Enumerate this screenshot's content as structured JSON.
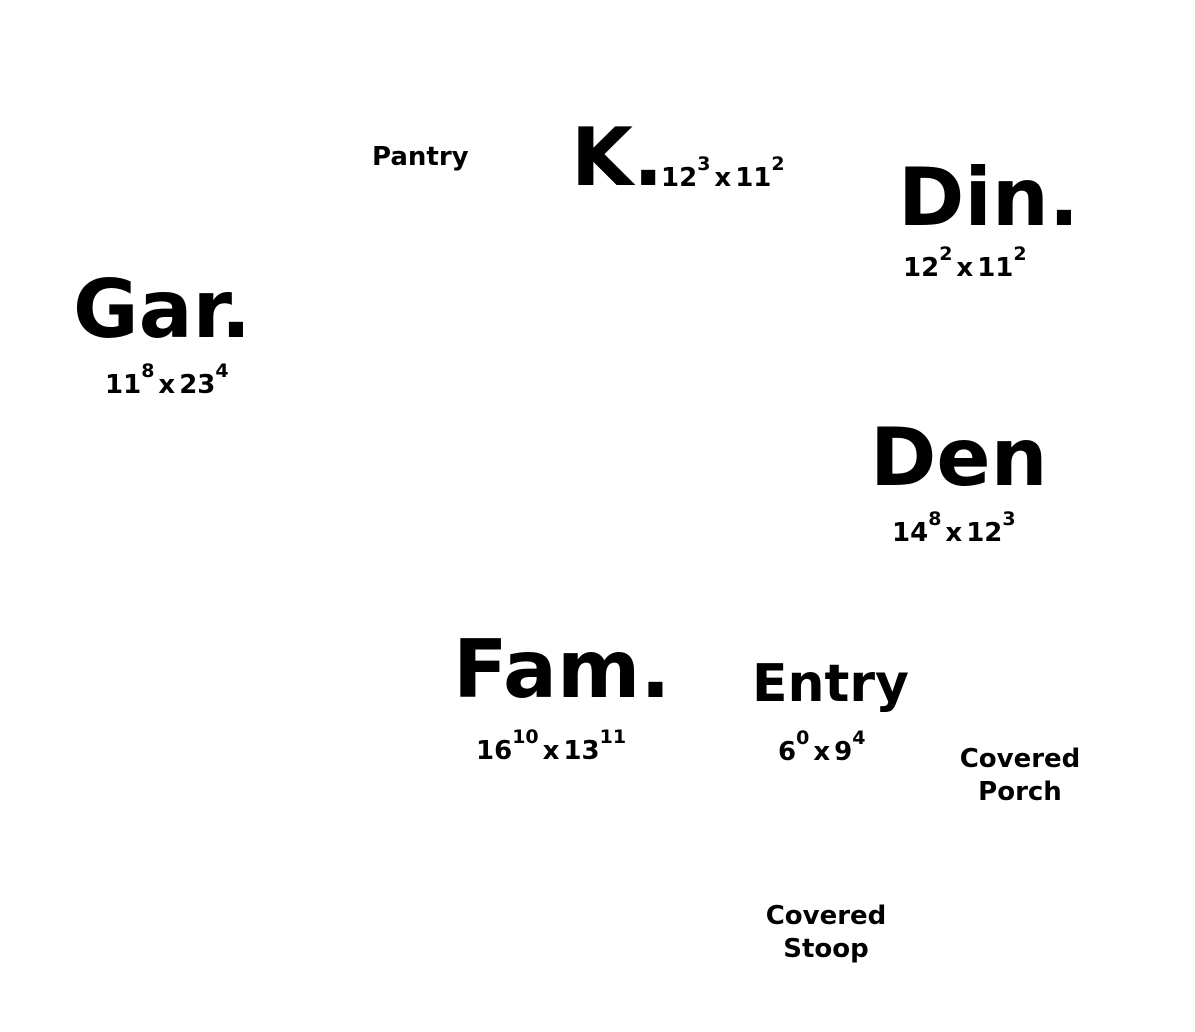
{
  "rooms": {
    "pantry": {
      "name": "Pantry"
    },
    "kitchen": {
      "name": "K.",
      "dim_a": "12",
      "dim_a_sup": "3",
      "sep": "x",
      "dim_b": "11",
      "dim_b_sup": "2"
    },
    "dining": {
      "name": "Din.",
      "dim_a": "12",
      "dim_a_sup": "2",
      "sep": "x",
      "dim_b": "11",
      "dim_b_sup": "2"
    },
    "garage": {
      "name": "Gar.",
      "dim_a": "11",
      "dim_a_sup": "8",
      "sep": "x",
      "dim_b": "23",
      "dim_b_sup": "4"
    },
    "den": {
      "name": "Den",
      "dim_a": "14",
      "dim_a_sup": "8",
      "sep": "x",
      "dim_b": "12",
      "dim_b_sup": "3"
    },
    "family": {
      "name": "Fam.",
      "dim_a": "16",
      "dim_a_sup": "10",
      "sep": "x",
      "dim_b": "13",
      "dim_b_sup": "11"
    },
    "entry": {
      "name": "Entry",
      "dim_a": "6",
      "dim_a_sup": "0",
      "sep": "x",
      "dim_b": "9",
      "dim_b_sup": "4"
    },
    "covered_porch": {
      "line1": "Covered",
      "line2": "Porch"
    },
    "covered_stoop": {
      "line1": "Covered",
      "line2": "Stoop"
    }
  }
}
